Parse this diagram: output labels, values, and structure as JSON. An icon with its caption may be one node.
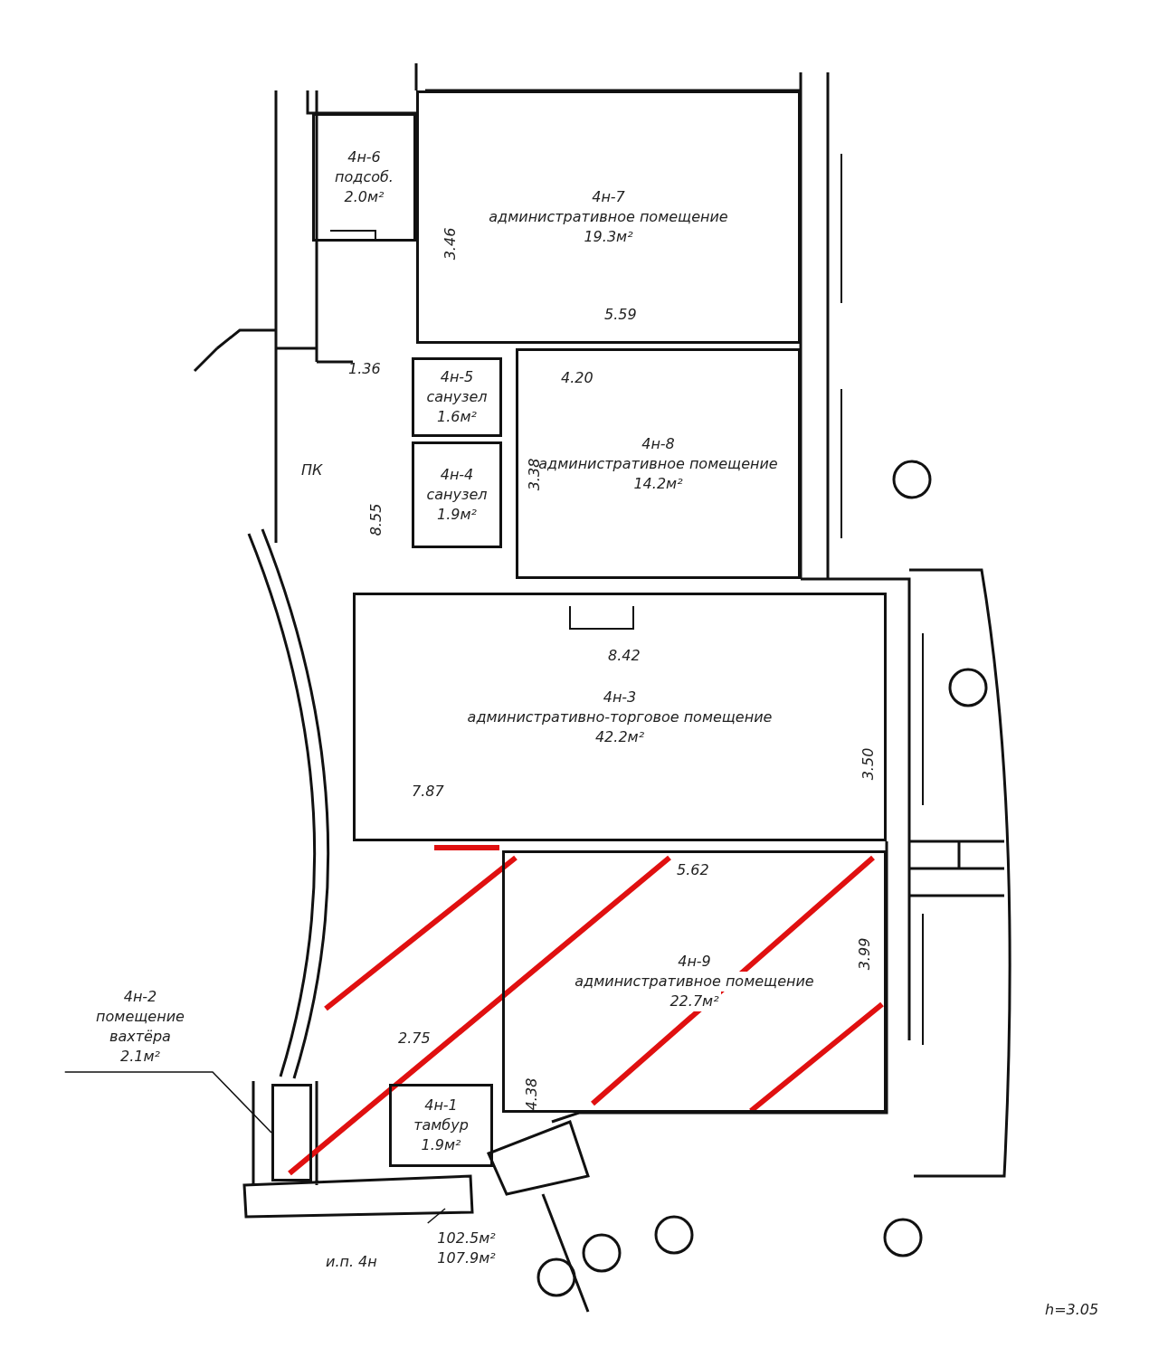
{
  "diagram": {
    "nodes": [
      {
        "text": [
          "4н-6",
          "подсоб.",
          "2.0м²"
        ]
      },
      {
        "text": [
          "4н-7",
          "административное помещение",
          "19.3м²"
        ]
      },
      {
        "text": [
          "4н-5",
          "санузел",
          "1.6м²"
        ]
      },
      {
        "text": [
          "4н-4",
          "санузел",
          "1.9м²"
        ]
      },
      {
        "text": [
          "4н-8",
          "административное помещение",
          "14.2м²"
        ]
      },
      {
        "text": [
          "4н-3",
          "административно-торговое помещение",
          "42.2м²"
        ]
      },
      {
        "text": [
          "4н-9",
          "административное помещение",
          "22.7м²"
        ]
      },
      {
        "text": [
          "4н-2",
          "помещение вахтёра",
          "2.1м²"
        ]
      },
      {
        "text": [],
        "shape": "box"
      },
      {
        "text": [
          "4н-1",
          "тамбур",
          "1.9м²"
        ]
      },
      {
        "text": [
          "102.5м²",
          "107.9м²"
        ]
      }
    ],
    "edges": [
      {
        "from": 7,
        "to": 8,
        "arrow": "none"
      },
      {
        "from": 10,
        "to": null,
        "arrow": "none"
      }
    ],
    "labels": [
      "3.46",
      "5.59",
      "1.36",
      "4.20",
      "ПК",
      "3.38",
      "8.55",
      "8.42",
      "3.50",
      "7.87",
      "5.62",
      "3.99",
      "2.75",
      "4.38",
      "и.п. 4н",
      "h=3.05"
    ]
  }
}
